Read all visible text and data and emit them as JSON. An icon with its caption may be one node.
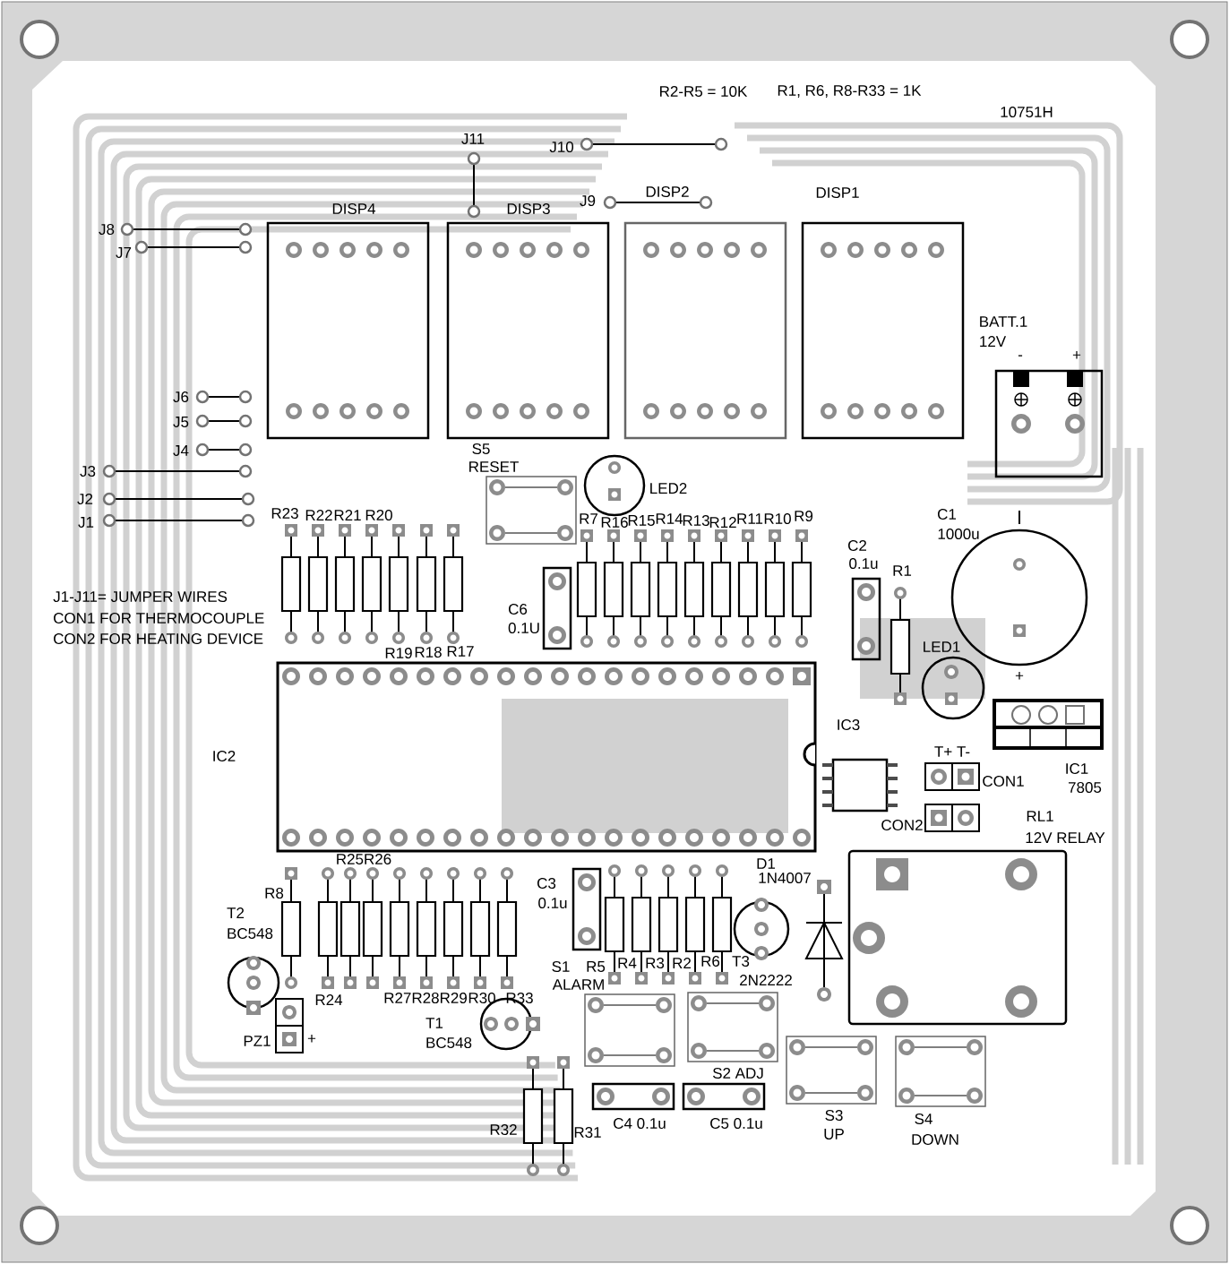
{
  "diagram": {
    "labels": [
      "R2-R5 = 10K",
      "R1, R6, R8-R33 = 1K",
      "10751H",
      "J11",
      "J10",
      "J9",
      "DISP2",
      "DISP1",
      "DISP4",
      "DISP3",
      "J8",
      "J7",
      "BATT.1",
      "12V",
      "-",
      "+",
      "J6",
      "J5",
      "J4",
      "S5",
      "RESET",
      "J3",
      "LED2",
      "J2",
      "J1",
      "R23",
      "R22",
      "R21",
      "R20",
      "R7",
      "R16",
      "R15",
      "R14",
      "R13",
      "R12",
      "R11",
      "R10",
      "R9",
      "C1",
      "1000u",
      "C2",
      "0.1u",
      "R1",
      "J1-J11= JUMPER WIRES",
      "CON1 FOR  THERMOCOUPLE",
      "CON2 FOR HEATING DEVICE",
      "C6",
      "0.1U",
      "LED1",
      "R19",
      "R18",
      "R17",
      "+",
      "IC2",
      "IC3",
      "T+ T-",
      "CON1",
      "IC1",
      "7805",
      "CON2",
      "RL1",
      "12V RELAY",
      "R25R26",
      "D1",
      "1N4007",
      "C3",
      "0.1u",
      "R8",
      "T2",
      "BC548",
      "S1",
      "ALARM",
      "R5",
      "R4",
      "R3",
      "R2",
      "R6",
      "T3",
      "2N2222",
      "R24",
      "R27R28R29",
      "R30",
      "R33",
      "T1",
      "PZ1",
      "+",
      "BC548",
      "S2  ADJ",
      "C4 0.1u",
      "C5 0.1u",
      "S3",
      "UP",
      "S4",
      "DOWN",
      "R32",
      "R31"
    ]
  }
}
